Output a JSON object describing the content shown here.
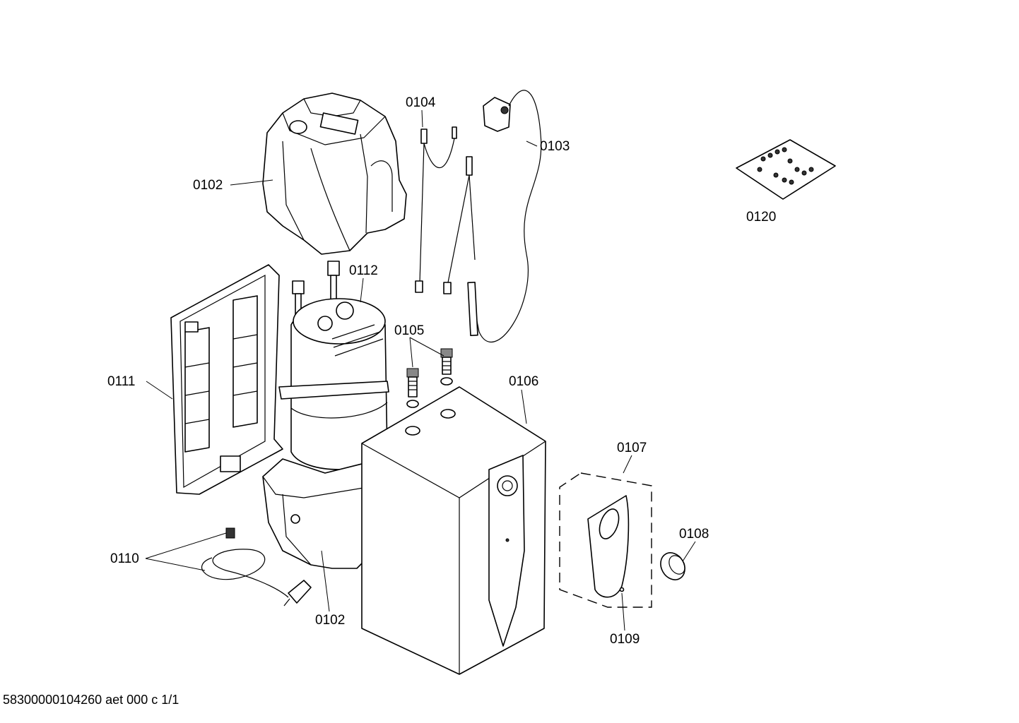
{
  "diagram": {
    "labels": {
      "p0102_top": "0102",
      "p0104": "0104",
      "p0103": "0103",
      "p0120": "0120",
      "p0112": "0112",
      "p0105": "0105",
      "p0111": "0111",
      "p0106": "0106",
      "p0107": "0107",
      "p0108": "0108",
      "p0110": "0110",
      "p0102_bottom": "0102",
      "p0109": "0109"
    },
    "footer": "58300000104260 aet 000 c 1/1"
  }
}
